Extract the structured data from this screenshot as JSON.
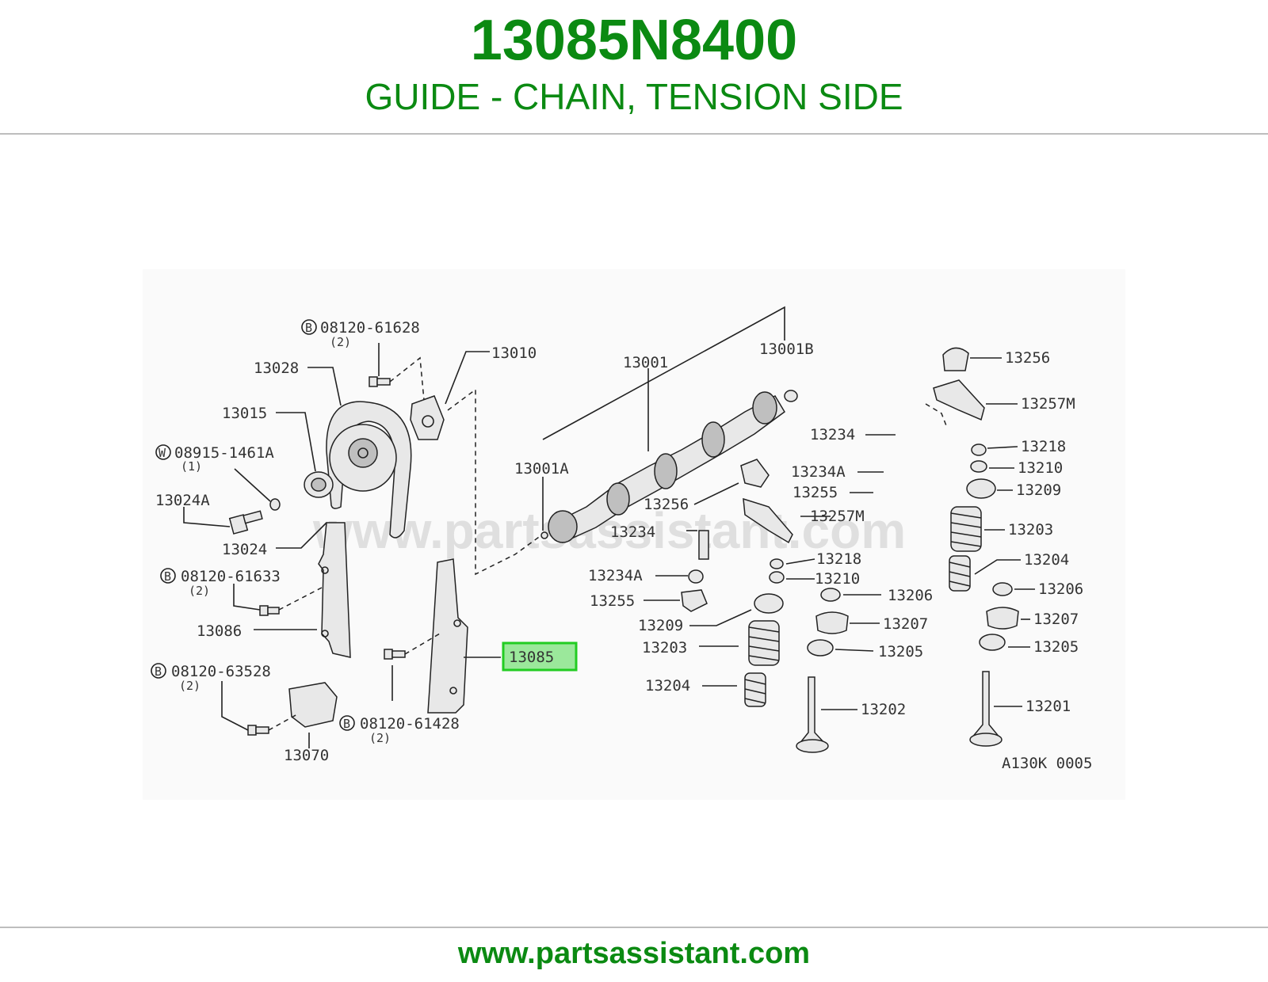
{
  "header": {
    "part_number": "13085N8400",
    "description": "GUIDE - CHAIN, TENSION SIDE"
  },
  "diagram": {
    "watermark": "www.partsassistant.com",
    "drawing_code": "A130K 0005",
    "highlighted_label": "13085",
    "colors": {
      "accent": "#0b8a12",
      "highlight_fill": "#9be89b",
      "highlight_border": "#22cc22"
    },
    "callouts": {
      "p08120_61628": "08120-61628",
      "p08120_61628_qty": "(2)",
      "p13010": "13010",
      "p13028": "13028",
      "p13015": "13015",
      "p08915_1461A": "08915-1461A",
      "p08915_1461A_qty": "(1)",
      "p13024A": "13024A",
      "p13024": "13024",
      "p08120_61633": "08120-61633",
      "p08120_61633_qty": "(2)",
      "p13086": "13086",
      "p08120_63528": "08120-63528",
      "p08120_63528_qty": "(2)",
      "p13070": "13070",
      "p08120_61428": "08120-61428",
      "p08120_61428_qty": "(2)",
      "p13001": "13001",
      "p13001B": "13001B",
      "p13001A": "13001A",
      "p13256_left": "13256",
      "p13234_left": "13234",
      "p13234A_left": "13234A",
      "p13255_left": "13255",
      "p13209_left": "13209",
      "p13203_left": "13203",
      "p13204_left": "13204",
      "p13234_mid": "13234",
      "p13234A_mid": "13234A",
      "p13255_mid": "13255",
      "p13257M_mid": "13257M",
      "p13218_mid": "13218",
      "p13210_mid": "13210",
      "p13206_mid": "13206",
      "p13207_mid": "13207",
      "p13205_mid": "13205",
      "p13202": "13202",
      "p13256_right": "13256",
      "p13257M_right": "13257M",
      "p13218_right": "13218",
      "p13210_right": "13210",
      "p13209_right": "13209",
      "p13203_right": "13203",
      "p13204_right": "13204",
      "p13206_right": "13206",
      "p13207_right": "13207",
      "p13205_right": "13205",
      "p13201": "13201"
    },
    "markers": {
      "bolt": "B",
      "washer": "W"
    }
  },
  "footer": {
    "url": "www.partsassistant.com"
  }
}
